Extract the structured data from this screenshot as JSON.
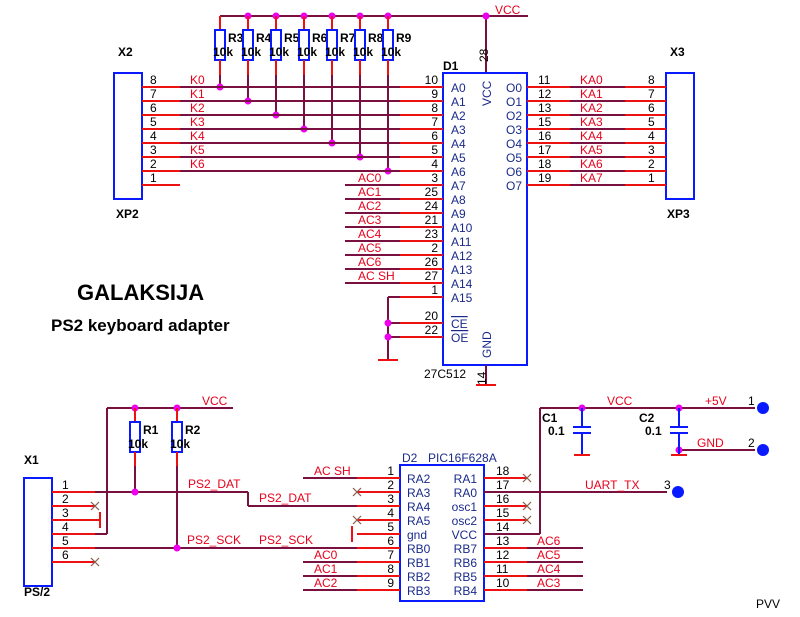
{
  "title": "GALAKSIJA",
  "subtitle": "PS2 keyboard adapter",
  "author": "PVV",
  "colors": {
    "wire": "#7a1040",
    "pin": "#ee1111",
    "body": "#0a1aff",
    "junction": "#ee00ee",
    "net_label": "#e8001c"
  },
  "x2": {
    "ref": "X2",
    "part": "XP2",
    "pins": [
      "8",
      "7",
      "6",
      "5",
      "4",
      "3",
      "2",
      "1"
    ],
    "nets": [
      "K0",
      "K1",
      "K2",
      "K3",
      "K4",
      "K5",
      "K6"
    ]
  },
  "resistors_top": [
    {
      "ref": "R3",
      "value": "10k"
    },
    {
      "ref": "R4",
      "value": "10k"
    },
    {
      "ref": "R5",
      "value": "10k"
    },
    {
      "ref": "R6",
      "value": "10k"
    },
    {
      "ref": "R7",
      "value": "10k"
    },
    {
      "ref": "R8",
      "value": "10k"
    },
    {
      "ref": "R9",
      "value": "10k"
    }
  ],
  "vcc_label": "VCC",
  "d1": {
    "ref": "D1",
    "part": "27C512",
    "vcc_pin": "28",
    "vcc_name": "VCC",
    "gnd_pin": "14",
    "gnd_name": "GND",
    "left_pins": [
      {
        "num": "10",
        "name": "A0"
      },
      {
        "num": "9",
        "name": "A1"
      },
      {
        "num": "8",
        "name": "A2"
      },
      {
        "num": "7",
        "name": "A3"
      },
      {
        "num": "6",
        "name": "A4"
      },
      {
        "num": "5",
        "name": "A5"
      },
      {
        "num": "4",
        "name": "A6"
      },
      {
        "num": "3",
        "name": "A7"
      },
      {
        "num": "25",
        "name": "A8"
      },
      {
        "num": "24",
        "name": "A9"
      },
      {
        "num": "21",
        "name": "A10"
      },
      {
        "num": "23",
        "name": "A11"
      },
      {
        "num": "2",
        "name": "A12"
      },
      {
        "num": "26",
        "name": "A13"
      },
      {
        "num": "27",
        "name": "A14"
      },
      {
        "num": "1",
        "name": "A15"
      },
      {
        "num": "20",
        "name": "CE"
      },
      {
        "num": "22",
        "name": "OE"
      }
    ],
    "right_pins": [
      {
        "num": "11",
        "name": "O0"
      },
      {
        "num": "12",
        "name": "O1"
      },
      {
        "num": "13",
        "name": "O2"
      },
      {
        "num": "15",
        "name": "O3"
      },
      {
        "num": "16",
        "name": "O4"
      },
      {
        "num": "17",
        "name": "O5"
      },
      {
        "num": "18",
        "name": "O6"
      },
      {
        "num": "19",
        "name": "O7"
      }
    ],
    "ac_nets": [
      "AC0",
      "AC1",
      "AC2",
      "AC3",
      "AC4",
      "AC5",
      "AC6",
      "AC_SH"
    ]
  },
  "x3": {
    "ref": "X3",
    "part": "XP3",
    "pins": [
      "8",
      "7",
      "6",
      "5",
      "4",
      "3",
      "2",
      "1"
    ],
    "nets": [
      "KA0",
      "KA1",
      "KA2",
      "KA3",
      "KA4",
      "KA5",
      "KA6",
      "KA7"
    ]
  },
  "x1": {
    "ref": "X1",
    "part": "PS/2",
    "pins": [
      "1",
      "2",
      "3",
      "4",
      "5",
      "6"
    ]
  },
  "resistors_bottom": [
    {
      "ref": "R1",
      "value": "10k"
    },
    {
      "ref": "R2",
      "value": "10k"
    }
  ],
  "ps2_nets": {
    "dat": "PS2_DAT",
    "sck": "PS2_SCK"
  },
  "d2": {
    "ref": "D2",
    "part": "PIC16F628A",
    "left_pins": [
      {
        "num": "1",
        "name": "RA2"
      },
      {
        "num": "2",
        "name": "RA3"
      },
      {
        "num": "3",
        "name": "RA4"
      },
      {
        "num": "4",
        "name": "RA5"
      },
      {
        "num": "5",
        "name": "gnd"
      },
      {
        "num": "6",
        "name": "RB0"
      },
      {
        "num": "7",
        "name": "RB1"
      },
      {
        "num": "8",
        "name": "RB2"
      },
      {
        "num": "9",
        "name": "RB3"
      }
    ],
    "right_pins": [
      {
        "num": "18",
        "name": "RA1"
      },
      {
        "num": "17",
        "name": "RA0"
      },
      {
        "num": "16",
        "name": "osc1"
      },
      {
        "num": "15",
        "name": "osc2"
      },
      {
        "num": "14",
        "name": "VCC"
      },
      {
        "num": "13",
        "name": "RB7"
      },
      {
        "num": "12",
        "name": "RB6"
      },
      {
        "num": "11",
        "name": "RB5"
      },
      {
        "num": "10",
        "name": "RB4"
      }
    ],
    "left_nets": [
      "AC_SH",
      "",
      "PS2_DAT",
      "",
      "",
      "PS2_SCK",
      "AC0",
      "AC1",
      "AC2"
    ],
    "right_nets": [
      "",
      "UART_TX",
      "",
      "",
      "",
      "AC6",
      "AC5",
      "AC4",
      "AC3"
    ]
  },
  "caps": [
    {
      "ref": "C1",
      "value": "0.1"
    },
    {
      "ref": "C2",
      "value": "0.1"
    }
  ],
  "power": {
    "vcc": "VCC",
    "plus5": "+5V",
    "gnd": "GND",
    "uart": "UART_TX"
  },
  "ports": [
    {
      "num": "1"
    },
    {
      "num": "2"
    },
    {
      "num": "3"
    }
  ]
}
